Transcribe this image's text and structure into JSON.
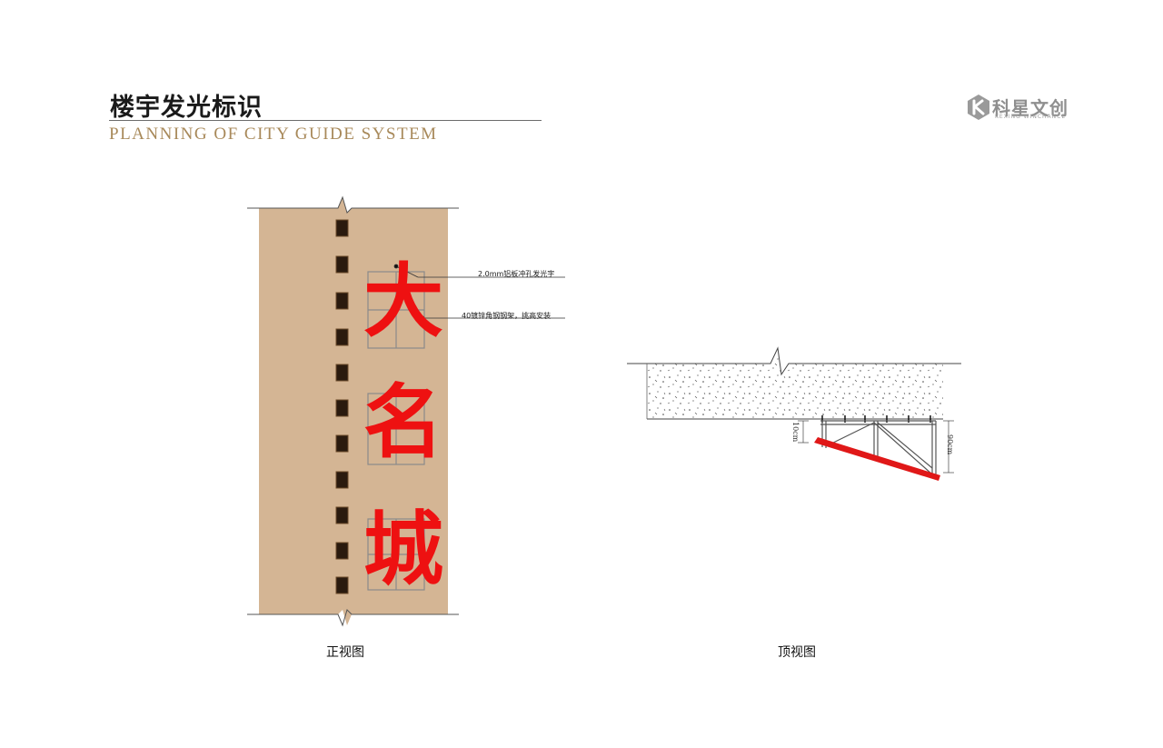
{
  "header": {
    "title_cn": "楼宇发光标识",
    "title_en": "PLANNING OF CITY GUIDE SYSTEM"
  },
  "logo": {
    "name": "科星文创",
    "subtitle": "KEXING WINCHANCE",
    "icon": "kexing-logo-icon"
  },
  "front_view": {
    "caption": "正视图",
    "sign_characters": [
      "大",
      "名",
      "城"
    ],
    "annotations": {
      "letters": "2.0mm铝板冲孔发光字",
      "frame": "40镀锌角钢钢架，挑高安装"
    }
  },
  "top_view": {
    "caption": "顶视图",
    "dim_offset": "10cm",
    "dim_height": "90cm"
  },
  "colors": {
    "wall": "#d4b594",
    "sign_red": "#ee1111",
    "window": "#2a1a0e",
    "title_en": "#a8895a",
    "logo": "#8f8f8f"
  }
}
